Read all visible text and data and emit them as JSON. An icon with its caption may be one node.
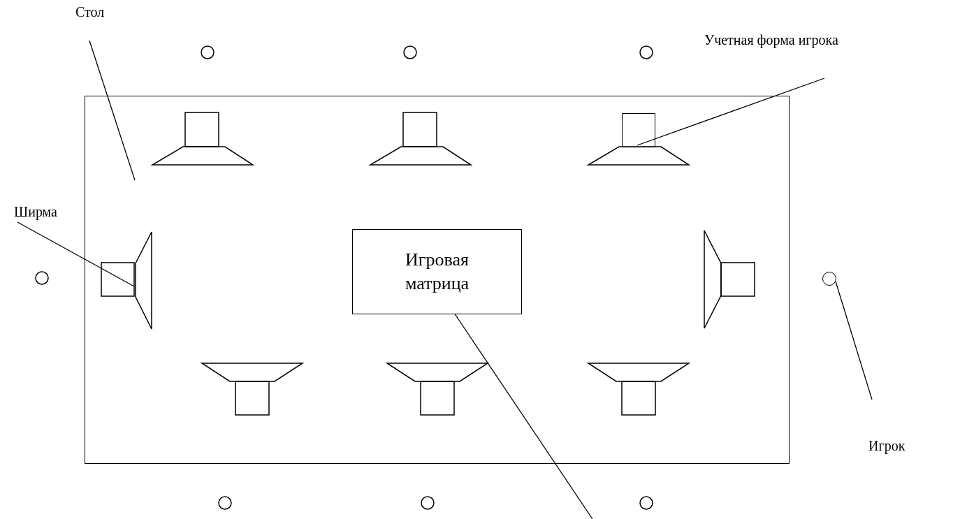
{
  "diagram": {
    "nodes": [
      {
        "text": [
          "Стол"
        ]
      },
      {
        "text": [],
        "shape": "box"
      },
      {
        "text": [
          "Учетная форма игрока"
        ]
      },
      {
        "text": [],
        "shape": "box",
        "in": 1
      },
      {
        "text": [
          "Ширма"
        ]
      },
      {
        "text": [],
        "shape": "trapezoid",
        "in": 1
      },
      {
        "text": [
          "Игровая матрица"
        ],
        "in": 1
      },
      {
        "text": [
          "Игрок"
        ]
      },
      {
        "text": [],
        "shape": "circle"
      }
    ],
    "edges": [
      {
        "from": 0,
        "to": 1,
        "arrow": "none"
      },
      {
        "from": 2,
        "to": 3,
        "arrow": "none"
      },
      {
        "from": 4,
        "to": 5,
        "arrow": "none"
      },
      {
        "from": 6,
        "to": null,
        "arrow": "none"
      },
      {
        "from": 7,
        "to": 8,
        "arrow": "none"
      }
    ]
  }
}
